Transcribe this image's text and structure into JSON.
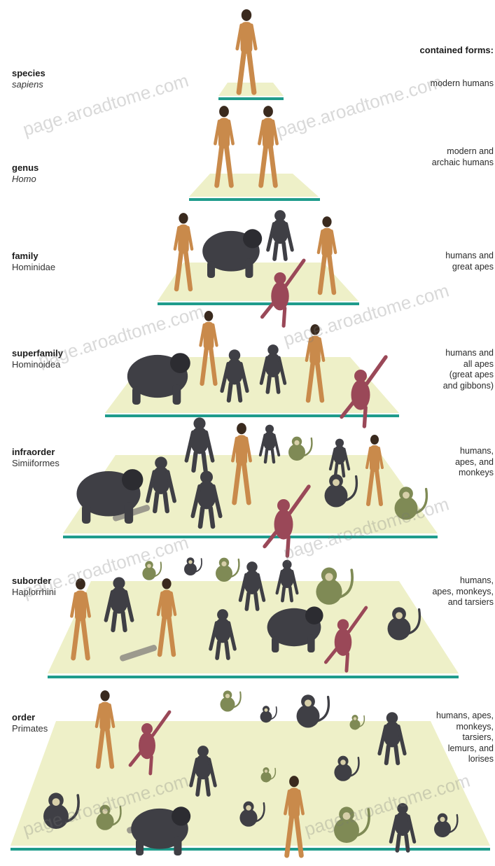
{
  "header": {
    "forms_title": "contained forms:"
  },
  "tiers": [
    {
      "level": "species",
      "taxon": "sapiens",
      "taxon_italic": true,
      "forms": "modern humans"
    },
    {
      "level": "genus",
      "taxon": "Homo",
      "taxon_italic": true,
      "forms": "modern and\narchaic humans"
    },
    {
      "level": "family",
      "taxon": "Hominidae",
      "taxon_italic": false,
      "forms": "humans and\ngreat apes"
    },
    {
      "level": "superfamily",
      "taxon": "Hominoidea",
      "taxon_italic": false,
      "forms": "humans and\nall apes\n(great apes\nand gibbons)"
    },
    {
      "level": "infraorder",
      "taxon": "Simiiformes",
      "taxon_italic": false,
      "forms": "humans,\napes, and\nmonkeys"
    },
    {
      "level": "suborder",
      "taxon": "Haplorrhini",
      "taxon_italic": false,
      "forms": "humans,\napes, monkeys,\nand tarsiers"
    },
    {
      "level": "order",
      "taxon": "Primates",
      "taxon_italic": false,
      "forms": "humans, apes,\nmonkeys,\ntarsiers,\nlemurs, and\nlorises"
    }
  ],
  "watermark": "page.aroadtome.com",
  "colors": {
    "platform": "#eef0c8",
    "ledge": "#1f9c8c",
    "human": "#c98a4b",
    "ape": "#3f3f45",
    "gibbon": "#9a4858",
    "monkey": "#7f8a55"
  }
}
